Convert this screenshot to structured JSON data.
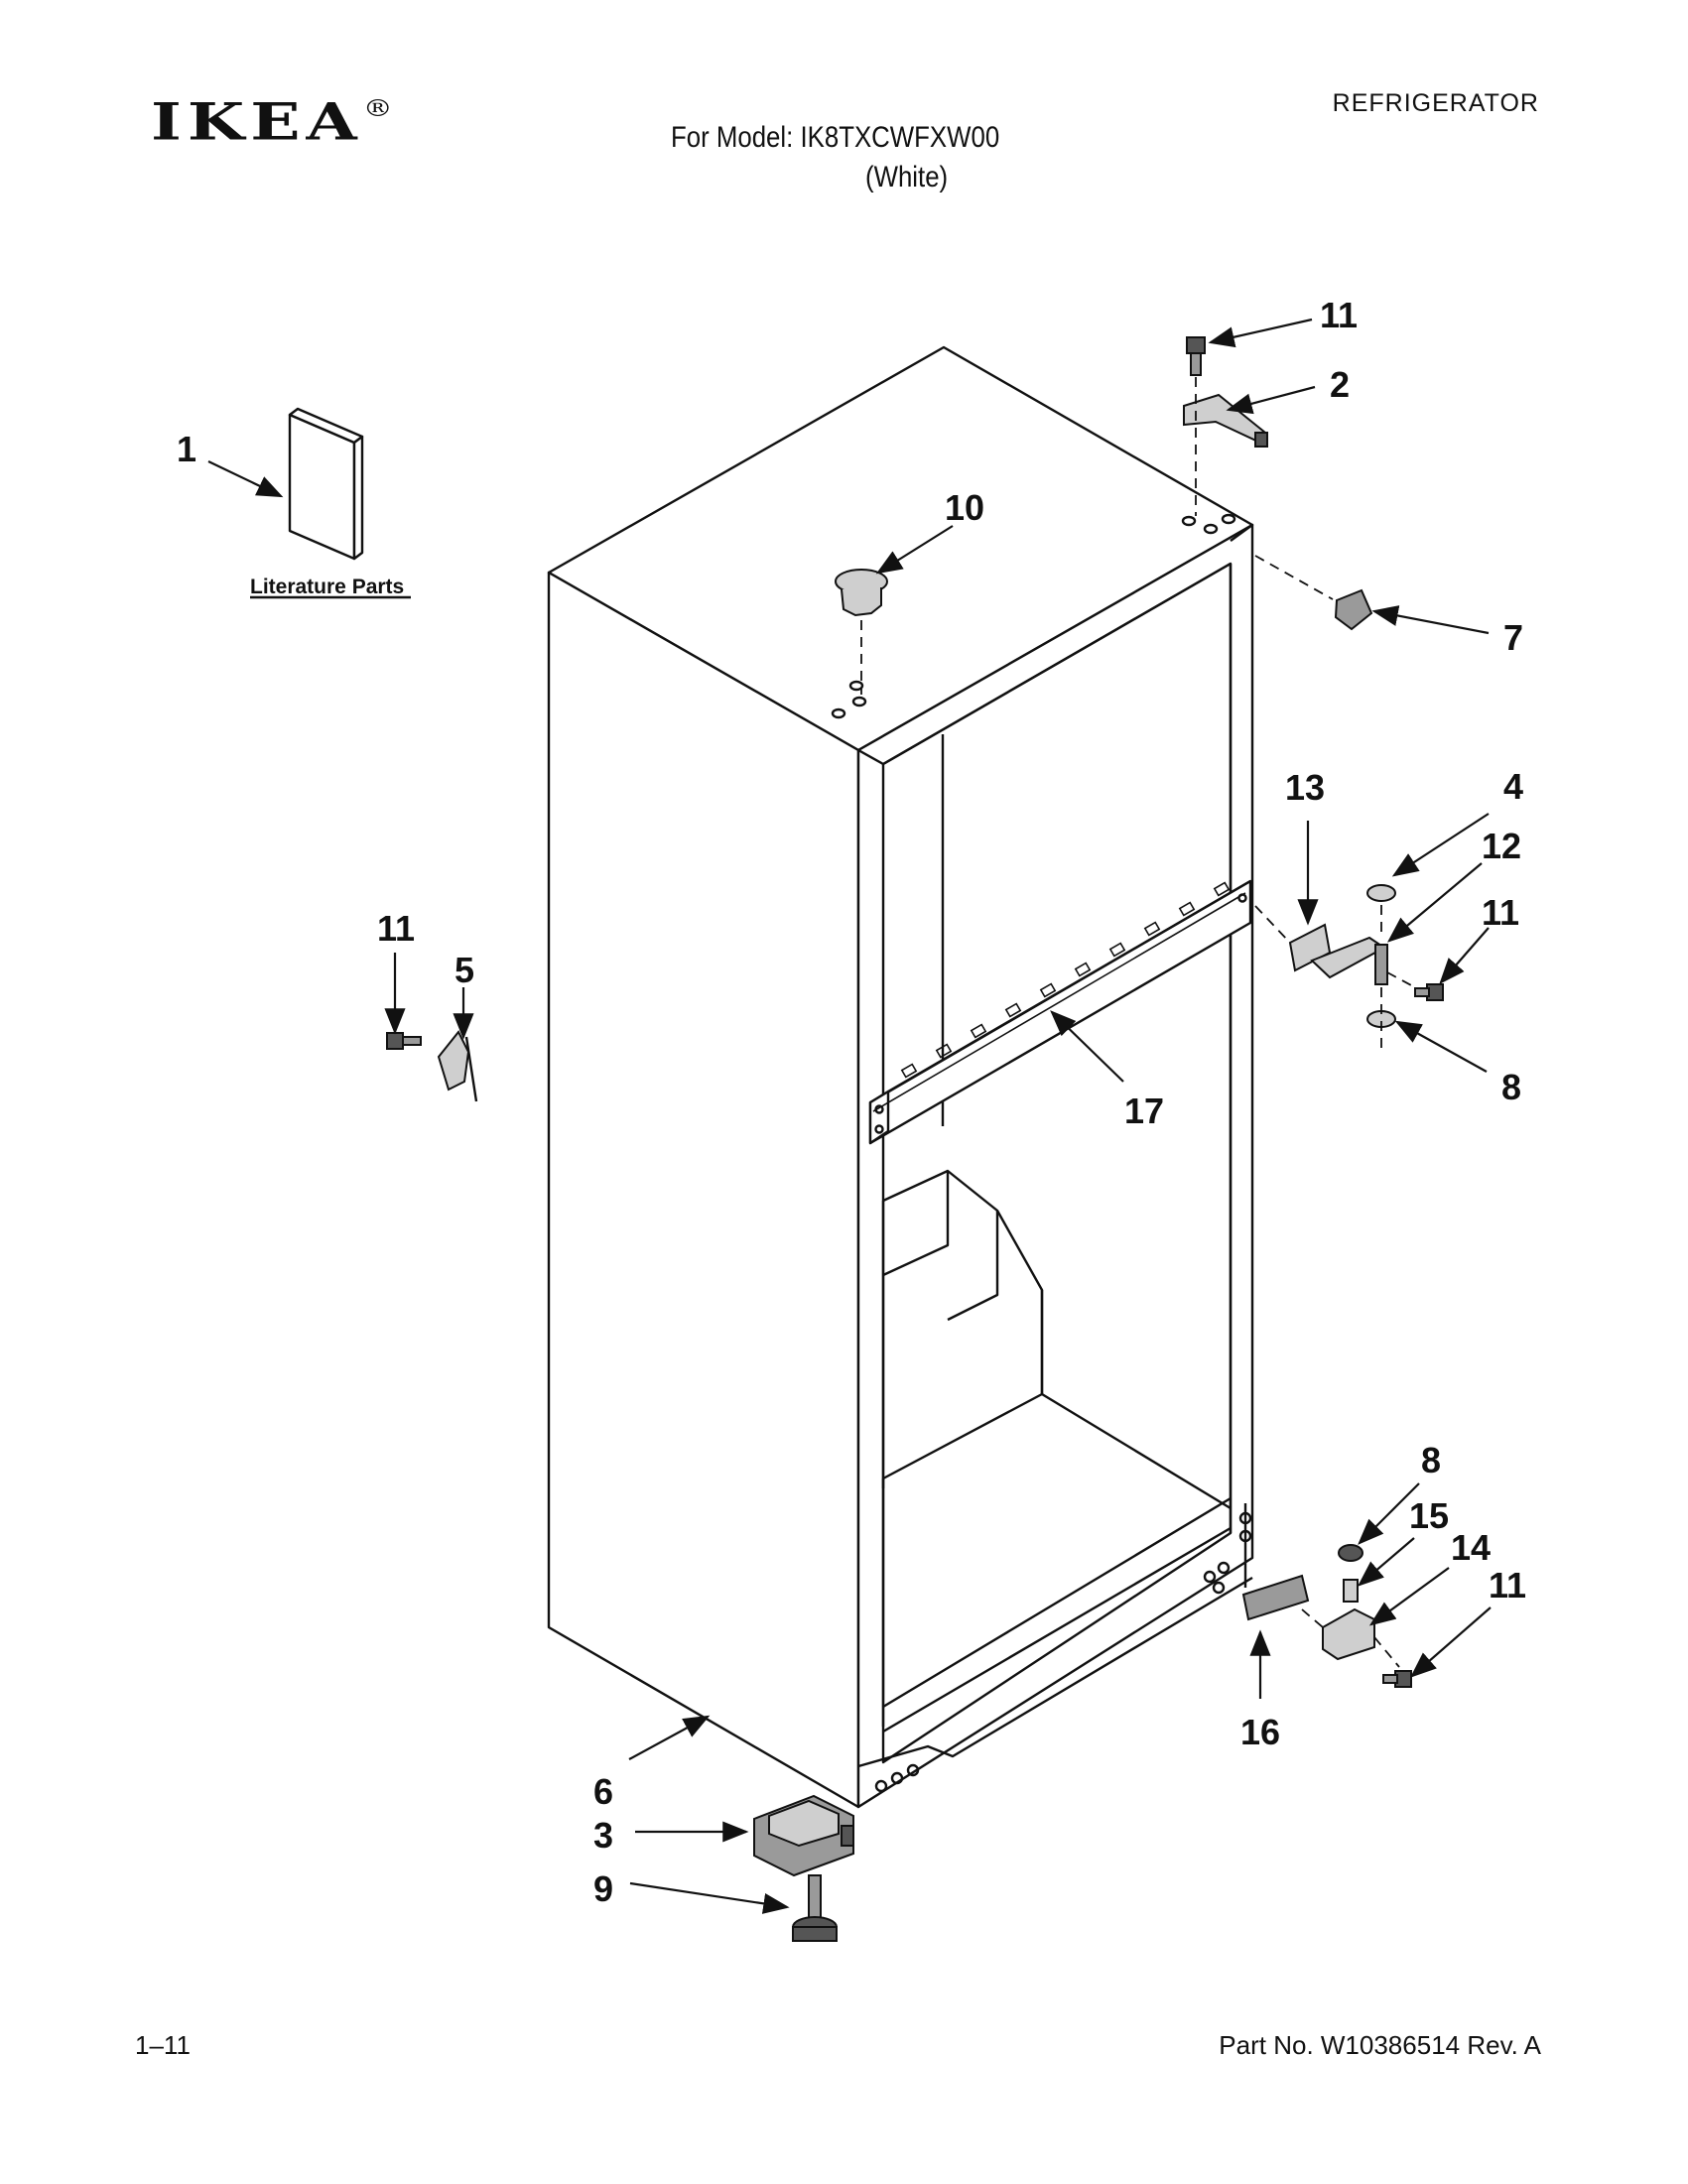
{
  "header": {
    "brand": "IKEA",
    "brand_mark": "®",
    "section": "REFRIGERATOR",
    "model_line": "For Model: IK8TXCWFXW00",
    "variant": "(White)"
  },
  "diagram": {
    "literature_label": "Literature Parts",
    "callouts": {
      "c1": "1",
      "c2": "2",
      "c3": "3",
      "c4": "4",
      "c5": "5",
      "c6": "6",
      "c7": "7",
      "c8a": "8",
      "c8b": "8",
      "c9": "9",
      "c10": "10",
      "c11a": "11",
      "c11b": "11",
      "c11c": "11",
      "c11d": "11",
      "c12": "12",
      "c13": "13",
      "c14": "14",
      "c15": "15",
      "c16": "16",
      "c17": "17"
    }
  },
  "footer": {
    "page_number": "1–11",
    "part_number": "Part No. W10386514 Rev. A"
  },
  "icons": [
    "brand-logo",
    "literature-booklet-icon",
    "hinge-bracket-icon",
    "screw-icon",
    "leveling-foot-icon",
    "roller-icon"
  ]
}
